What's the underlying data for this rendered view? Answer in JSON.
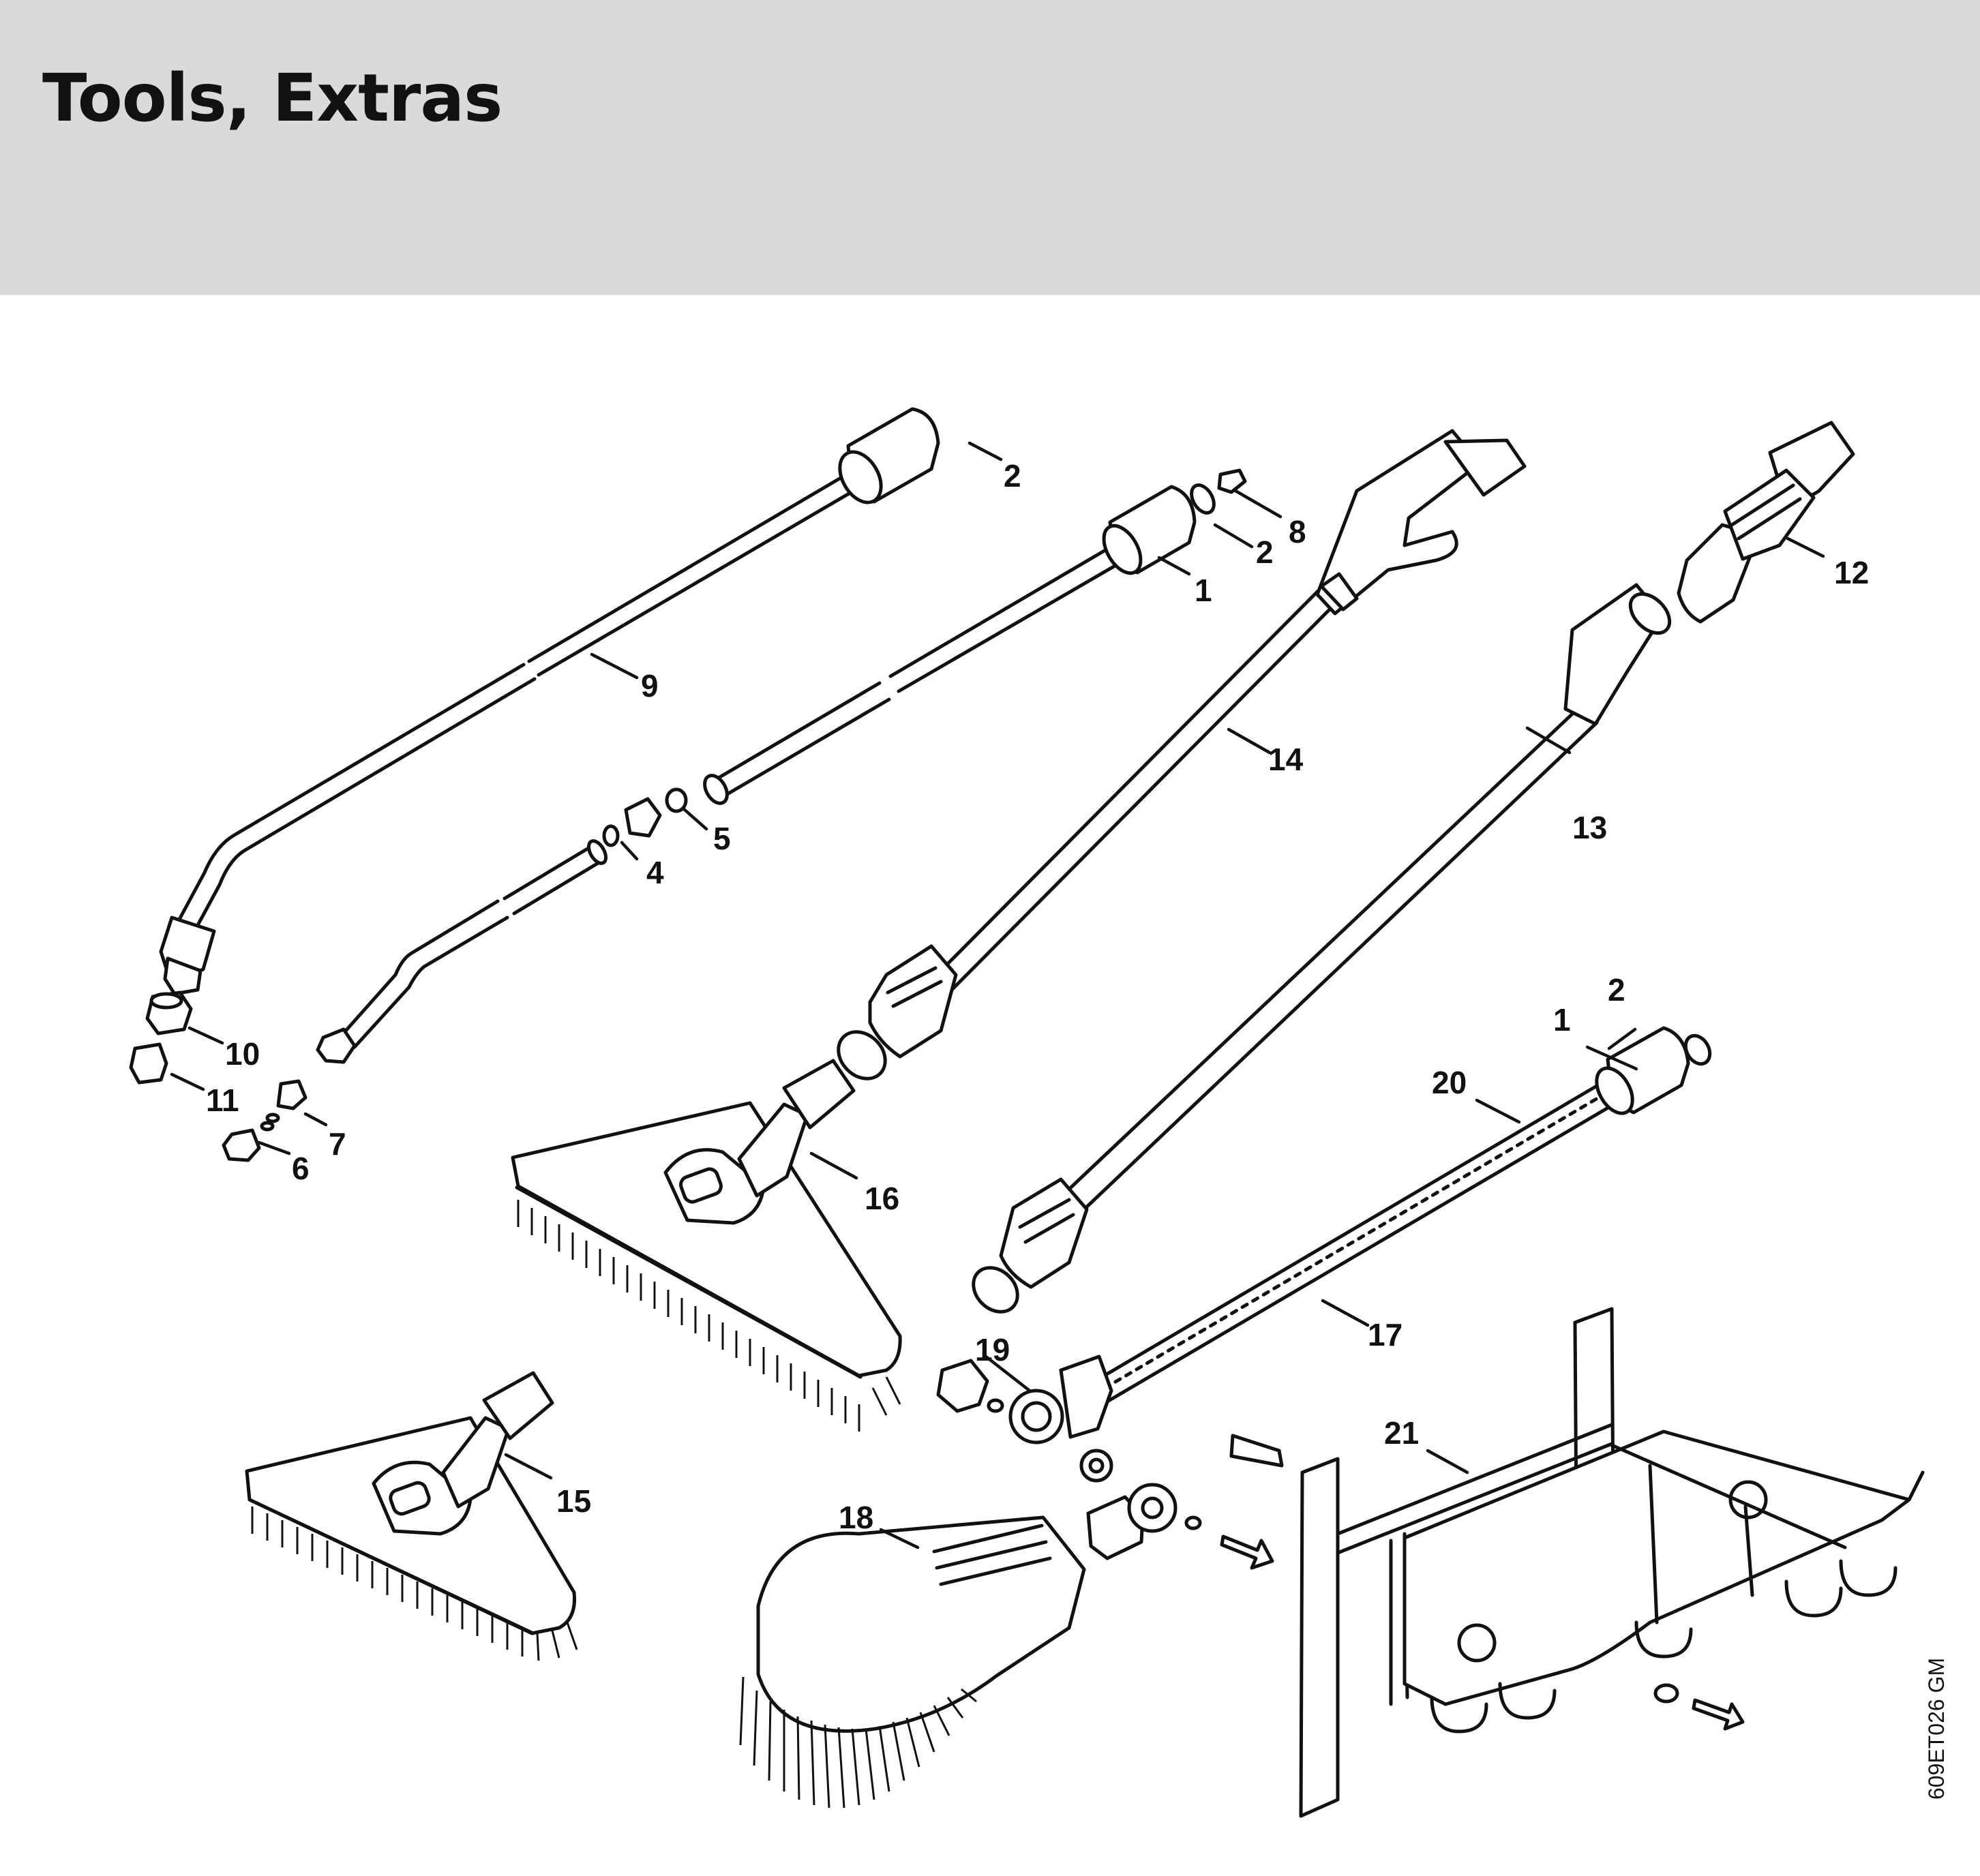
{
  "header": {
    "title": "Tools, Extras",
    "background_color": "#d9dbda"
  },
  "figure_code": "609ET026 GM",
  "callouts": [
    "1",
    "1",
    "2",
    "2",
    "2",
    "4",
    "5",
    "6",
    "7",
    "8",
    "9",
    "10",
    "11",
    "12",
    "13",
    "14",
    "15",
    "16",
    "17",
    "18",
    "19",
    "20",
    "21"
  ]
}
